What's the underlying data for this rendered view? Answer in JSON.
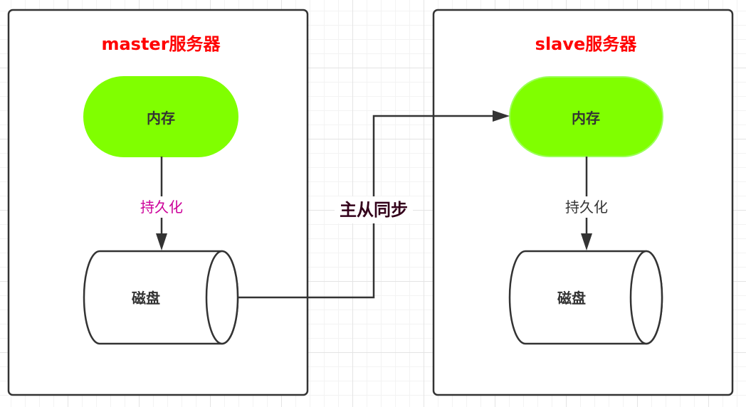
{
  "master": {
    "title": "master服务器",
    "memory_label": "内存",
    "persist_label": "持久化",
    "disk_label": "磁盘"
  },
  "slave": {
    "title": "slave服务器",
    "memory_label": "内存",
    "persist_label": "持久化",
    "disk_label": "磁盘"
  },
  "sync_label": "主从同步",
  "colors": {
    "title": "#ff0000",
    "memory_fill": "#80ff00",
    "master_persist_text": "#cc0099",
    "slave_persist_text": "#333333",
    "sync_text": "#33001a",
    "stroke": "#333333"
  }
}
